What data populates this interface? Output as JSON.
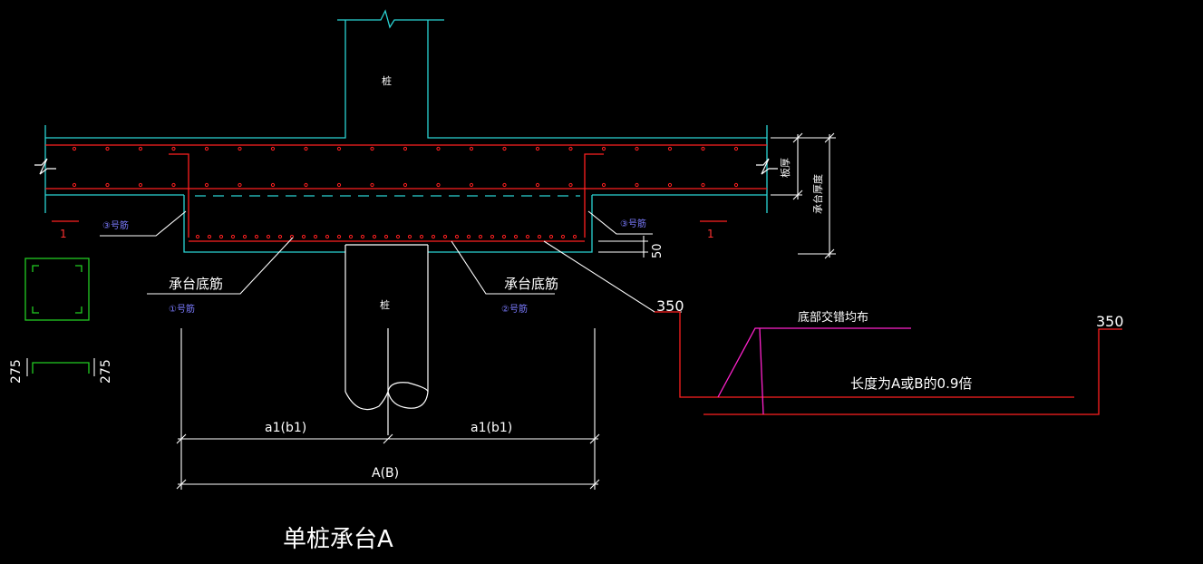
{
  "colors": {
    "background": "#000000",
    "outline_cyan": "#2ad4d4",
    "rebar_red": "#ff2020",
    "dimension_white": "#ffffff",
    "label_blue": "#7b7bff",
    "section_green": "#22cc22",
    "slope_magenta": "#ff22cc"
  },
  "labels": {
    "pile_top": "桩",
    "pile_bottom": "桩",
    "slab_thickness": "板厚",
    "cap_thickness": "承台厚度",
    "bar3_left": "③号筋",
    "bar3_right": "③号筋",
    "cap_bottom_bar_left": "承台底筋",
    "cap_bottom_bar_right": "承台底筋",
    "bar1": "①号筋",
    "bar2": "②号筋",
    "section_mark_left": "1",
    "section_mark_right": "1",
    "cover_50": "50",
    "dim_275_left": "275",
    "dim_275_right": "275",
    "hook_350_left": "350",
    "hook_350_right": "350",
    "staggered_note": "底部交错均布",
    "length_note": "长度为A或B的0.9倍",
    "dim_a1_left": "a1(b1)",
    "dim_a1_right": "a1(b1)",
    "dim_total": "A(B)",
    "title": "单桩承台A"
  }
}
